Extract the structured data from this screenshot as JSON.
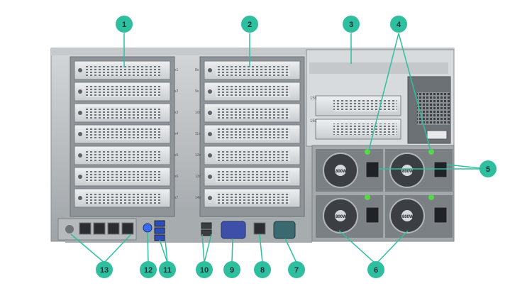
{
  "callouts": [
    {
      "label": "1"
    },
    {
      "label": "2"
    },
    {
      "label": "3"
    },
    {
      "label": "4"
    },
    {
      "label": "5"
    },
    {
      "label": "6"
    },
    {
      "label": "7"
    },
    {
      "label": "8"
    },
    {
      "label": "9"
    },
    {
      "label": "10"
    },
    {
      "label": "11"
    },
    {
      "label": "12"
    },
    {
      "label": "13"
    }
  ],
  "slot_labels_left": [
    "x1",
    "x2",
    "x3",
    "x4",
    "x5",
    "x6",
    "x7"
  ],
  "slot_labels_mid": [
    "8x",
    "9x",
    "10x",
    "11x",
    "12x",
    "13x",
    "14x"
  ],
  "slot_labels_upper": [
    "15x",
    "16x"
  ],
  "psu_labels": [
    "800W",
    "800W",
    "800W",
    "800W"
  ],
  "colors": {
    "callout_fill": "#2fbf9f",
    "callout_line": "#2fbf9f",
    "chassis": "#b9bdc0",
    "uid_led": "#3b6df0",
    "vga_port": "#3d4fa8",
    "serial_port": "#3a6a70",
    "psu_led": "#59d64a"
  }
}
